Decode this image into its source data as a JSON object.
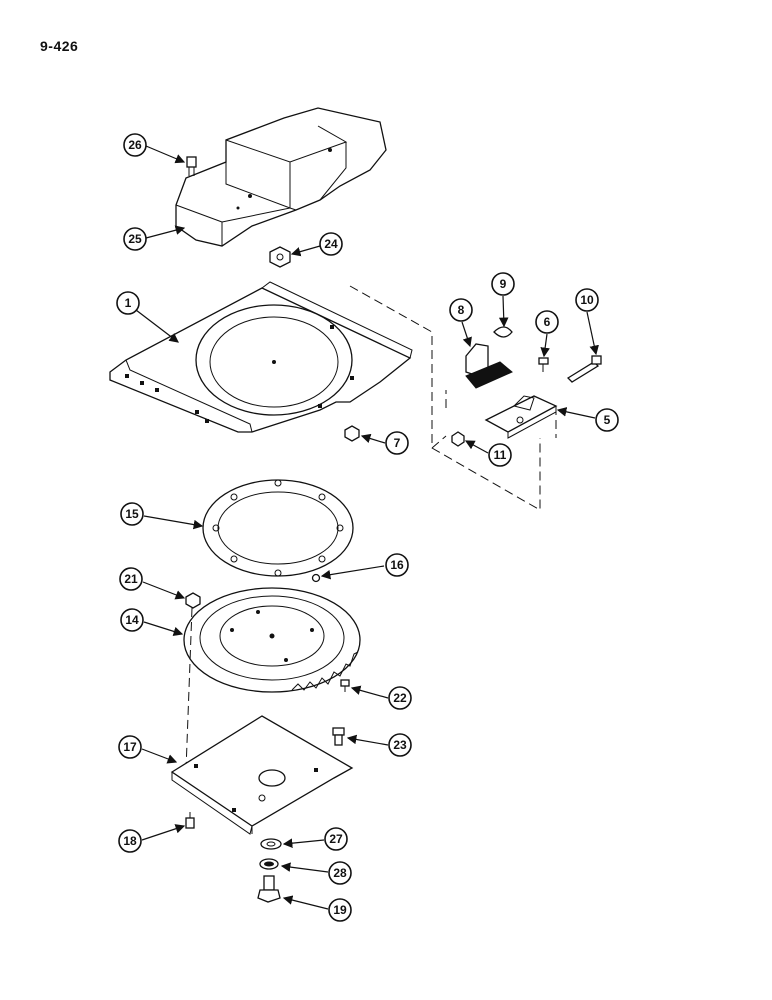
{
  "page": {
    "code": "9-426"
  },
  "callouts": [
    "1",
    "5",
    "6",
    "7",
    "8",
    "9",
    "10",
    "11",
    "14",
    "15",
    "16",
    "17",
    "18",
    "19",
    "21",
    "22",
    "23",
    "24",
    "25",
    "26",
    "27",
    "28"
  ]
}
